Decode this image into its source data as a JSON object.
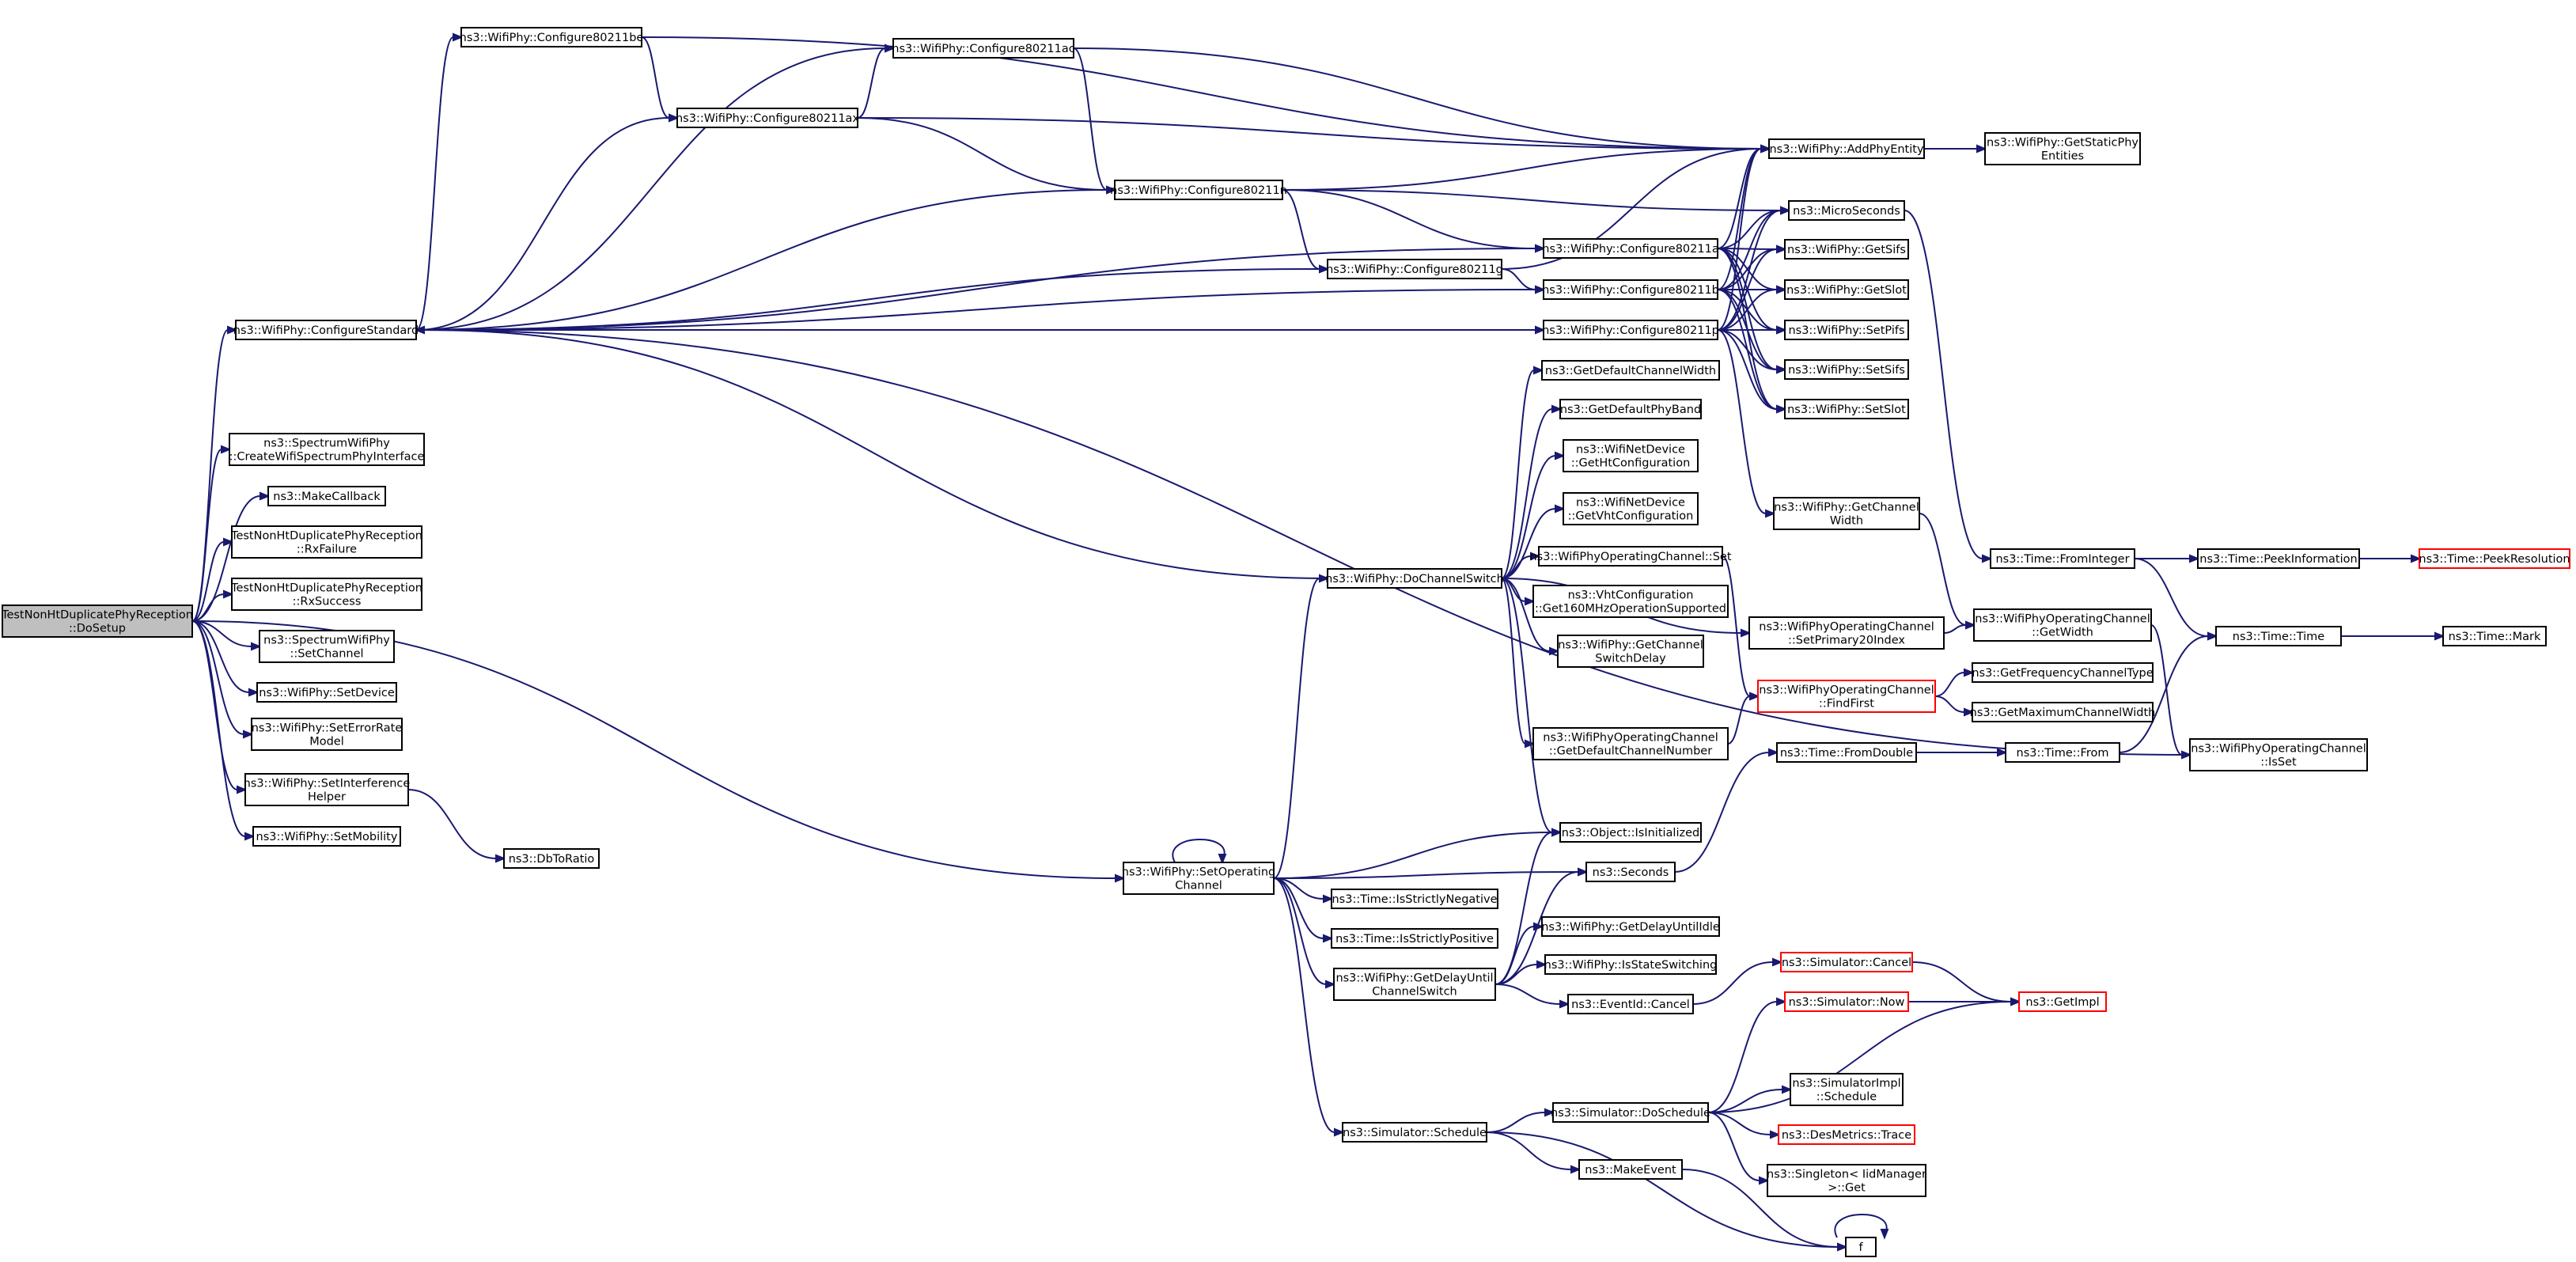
{
  "graph_title": "TestNonHtDuplicatePhyReception::DoSetup",
  "colors": {
    "edge": "#191970",
    "root_fill": "#bfbfbf",
    "node_border": "#000000",
    "truncated_border": "#ff0000"
  },
  "nodes": [
    {
      "id": "root",
      "lines": [
        "TestNonHtDuplicatePhyReception",
        "::DoSetup"
      ],
      "style": "root"
    },
    {
      "id": "cfgstd",
      "lines": [
        "ns3::WifiPhy::ConfigureStandard"
      ]
    },
    {
      "id": "createspec",
      "lines": [
        "ns3::SpectrumWifiPhy",
        "::CreateWifiSpectrumPhyInterface"
      ]
    },
    {
      "id": "makecb",
      "lines": [
        "ns3::MakeCallback"
      ]
    },
    {
      "id": "rxfail",
      "lines": [
        "TestNonHtDuplicatePhyReception",
        "::RxFailure"
      ]
    },
    {
      "id": "rxsucc",
      "lines": [
        "TestNonHtDuplicatePhyReception",
        "::RxSuccess"
      ]
    },
    {
      "id": "setchan",
      "lines": [
        "ns3::SpectrumWifiPhy",
        "::SetChannel"
      ]
    },
    {
      "id": "setdev",
      "lines": [
        "ns3::WifiPhy::SetDevice"
      ]
    },
    {
      "id": "seterr",
      "lines": [
        "ns3::WifiPhy::SetErrorRate",
        "Model"
      ]
    },
    {
      "id": "setint",
      "lines": [
        "ns3::WifiPhy::SetInterference",
        "Helper"
      ]
    },
    {
      "id": "setmob",
      "lines": [
        "ns3::WifiPhy::SetMobility"
      ]
    },
    {
      "id": "dbtoratio",
      "lines": [
        "ns3::DbToRatio"
      ]
    },
    {
      "id": "cfgbe",
      "lines": [
        "ns3::WifiPhy::Configure80211be"
      ]
    },
    {
      "id": "cfgac",
      "lines": [
        "ns3::WifiPhy::Configure80211ac"
      ]
    },
    {
      "id": "cfgax",
      "lines": [
        "ns3::WifiPhy::Configure80211ax"
      ]
    },
    {
      "id": "cfgn",
      "lines": [
        "ns3::WifiPhy::Configure80211n"
      ]
    },
    {
      "id": "cfgg",
      "lines": [
        "ns3::WifiPhy::Configure80211g"
      ]
    },
    {
      "id": "cfga",
      "lines": [
        "ns3::WifiPhy::Configure80211a"
      ]
    },
    {
      "id": "cfgb",
      "lines": [
        "ns3::WifiPhy::Configure80211b"
      ]
    },
    {
      "id": "cfgp",
      "lines": [
        "ns3::WifiPhy::Configure80211p"
      ]
    },
    {
      "id": "addphy",
      "lines": [
        "ns3::WifiPhy::AddPhyEntity"
      ]
    },
    {
      "id": "getstatic",
      "lines": [
        "ns3::WifiPhy::GetStaticPhy",
        "Entities"
      ]
    },
    {
      "id": "micro",
      "lines": [
        "ns3::MicroSeconds"
      ]
    },
    {
      "id": "getsifs",
      "lines": [
        "ns3::WifiPhy::GetSifs"
      ]
    },
    {
      "id": "getslot",
      "lines": [
        "ns3::WifiPhy::GetSlot"
      ]
    },
    {
      "id": "setpifs",
      "lines": [
        "ns3::WifiPhy::SetPifs"
      ]
    },
    {
      "id": "setsifs",
      "lines": [
        "ns3::WifiPhy::SetSifs"
      ]
    },
    {
      "id": "setslot",
      "lines": [
        "ns3::WifiPhy::SetSlot"
      ]
    },
    {
      "id": "getchw",
      "lines": [
        "ns3::WifiPhy::GetChannel",
        "Width"
      ]
    },
    {
      "id": "getdefcw",
      "lines": [
        "ns3::GetDefaultChannelWidth"
      ]
    },
    {
      "id": "getdefpb",
      "lines": [
        "ns3::GetDefaultPhyBand"
      ]
    },
    {
      "id": "getht",
      "lines": [
        "ns3::WifiNetDevice",
        "::GetHtConfiguration"
      ]
    },
    {
      "id": "getvht",
      "lines": [
        "ns3::WifiNetDevice",
        "::GetVhtConfiguration"
      ]
    },
    {
      "id": "docs",
      "lines": [
        "ns3::WifiPhy::DoChannelSwitch"
      ]
    },
    {
      "id": "opchset",
      "lines": [
        "ns3::WifiPhyOperatingChannel::Set"
      ]
    },
    {
      "id": "vht160",
      "lines": [
        "ns3::VhtConfiguration",
        "::Get160MHzOperationSupported"
      ]
    },
    {
      "id": "getcsd",
      "lines": [
        "ns3::WifiPhy::GetChannel",
        "SwitchDelay"
      ]
    },
    {
      "id": "getdefcn",
      "lines": [
        "ns3::WifiPhyOperatingChannel",
        "::GetDefaultChannelNumber"
      ]
    },
    {
      "id": "setp20",
      "lines": [
        "ns3::WifiPhyOperatingChannel",
        "::SetPrimary20Index"
      ]
    },
    {
      "id": "findfirst",
      "lines": [
        "ns3::WifiPhyOperatingChannel",
        "::FindFirst"
      ],
      "style": "red"
    },
    {
      "id": "getfreqct",
      "lines": [
        "ns3::GetFrequencyChannelType"
      ]
    },
    {
      "id": "getmaxcw",
      "lines": [
        "ns3::GetMaximumChannelWidth"
      ]
    },
    {
      "id": "opgetw",
      "lines": [
        "ns3::WifiPhyOperatingChannel",
        "::GetWidth"
      ]
    },
    {
      "id": "opisset",
      "lines": [
        "ns3::WifiPhyOperatingChannel",
        "::IsSet"
      ]
    },
    {
      "id": "fromint",
      "lines": [
        "ns3::Time::FromInteger"
      ]
    },
    {
      "id": "peekinfo",
      "lines": [
        "ns3::Time::PeekInformation"
      ]
    },
    {
      "id": "peekres",
      "lines": [
        "ns3::Time::PeekResolution"
      ],
      "style": "red"
    },
    {
      "id": "timetime",
      "lines": [
        "ns3::Time::Time"
      ]
    },
    {
      "id": "timemark",
      "lines": [
        "ns3::Time::Mark"
      ]
    },
    {
      "id": "fromdbl",
      "lines": [
        "ns3::Time::FromDouble"
      ]
    },
    {
      "id": "timefrom",
      "lines": [
        "ns3::Time::From"
      ]
    },
    {
      "id": "setopch",
      "lines": [
        "ns3::WifiPhy::SetOperating",
        "Channel"
      ]
    },
    {
      "id": "isinit",
      "lines": [
        "ns3::Object::IsInitialized"
      ]
    },
    {
      "id": "seconds",
      "lines": [
        "ns3::Seconds"
      ]
    },
    {
      "id": "isneg",
      "lines": [
        "ns3::Time::IsStrictlyNegative"
      ]
    },
    {
      "id": "ispos",
      "lines": [
        "ns3::Time::IsStrictlyPositive"
      ]
    },
    {
      "id": "getdelcs",
      "lines": [
        "ns3::WifiPhy::GetDelayUntil",
        "ChannelSwitch"
      ]
    },
    {
      "id": "getdelidle",
      "lines": [
        "ns3::WifiPhy::GetDelayUntilIdle"
      ]
    },
    {
      "id": "isstatesw",
      "lines": [
        "ns3::WifiPhy::IsStateSwitching"
      ]
    },
    {
      "id": "evcancel",
      "lines": [
        "ns3::EventId::Cancel"
      ]
    },
    {
      "id": "simcancel",
      "lines": [
        "ns3::Simulator::Cancel"
      ],
      "style": "red"
    },
    {
      "id": "simnow",
      "lines": [
        "ns3::Simulator::Now"
      ],
      "style": "red"
    },
    {
      "id": "getimpl",
      "lines": [
        "ns3::GetImpl"
      ],
      "style": "red"
    },
    {
      "id": "dosched",
      "lines": [
        "ns3::Simulator::DoSchedule"
      ]
    },
    {
      "id": "simimpl",
      "lines": [
        "ns3::SimulatorImpl",
        "::Schedule"
      ]
    },
    {
      "id": "desmet",
      "lines": [
        "ns3::DesMetrics::Trace"
      ],
      "style": "red"
    },
    {
      "id": "singleton",
      "lines": [
        "ns3::Singleton< IidManager",
        " >::Get"
      ]
    },
    {
      "id": "simsched",
      "lines": [
        "ns3::Simulator::Schedule"
      ]
    },
    {
      "id": "makeev",
      "lines": [
        "ns3::MakeEvent"
      ]
    },
    {
      "id": "f",
      "lines": [
        "f"
      ]
    }
  ],
  "edges": [
    [
      "root",
      "cfgstd"
    ],
    [
      "root",
      "createspec"
    ],
    [
      "root",
      "makecb"
    ],
    [
      "root",
      "rxfail"
    ],
    [
      "root",
      "rxsucc"
    ],
    [
      "root",
      "setchan"
    ],
    [
      "root",
      "setdev"
    ],
    [
      "root",
      "seterr"
    ],
    [
      "root",
      "setint"
    ],
    [
      "root",
      "setmob"
    ],
    [
      "root",
      "setopch"
    ],
    [
      "setint",
      "dbtoratio"
    ],
    [
      "cfgstd",
      "cfgbe"
    ],
    [
      "cfgstd",
      "cfgac"
    ],
    [
      "cfgstd",
      "cfgax"
    ],
    [
      "cfgstd",
      "cfgn"
    ],
    [
      "cfgstd",
      "cfgg"
    ],
    [
      "cfgstd",
      "cfga"
    ],
    [
      "cfgstd",
      "cfgb"
    ],
    [
      "cfgstd",
      "cfgp"
    ],
    [
      "cfgstd",
      "opisset"
    ],
    [
      "cfgbe",
      "addphy"
    ],
    [
      "cfgbe",
      "cfgax"
    ],
    [
      "cfgac",
      "addphy"
    ],
    [
      "cfgac",
      "cfgn"
    ],
    [
      "cfgax",
      "cfgac"
    ],
    [
      "cfgax",
      "addphy"
    ],
    [
      "cfgax",
      "cfgn"
    ],
    [
      "cfgn",
      "addphy"
    ],
    [
      "cfgn",
      "micro"
    ],
    [
      "cfgn",
      "cfgg"
    ],
    [
      "cfgn",
      "cfga"
    ],
    [
      "cfgg",
      "addphy"
    ],
    [
      "cfgg",
      "cfgb"
    ],
    [
      "cfga",
      "addphy"
    ],
    [
      "cfga",
      "micro"
    ],
    [
      "cfga",
      "getsifs"
    ],
    [
      "cfga",
      "getslot"
    ],
    [
      "cfga",
      "setpifs"
    ],
    [
      "cfga",
      "setsifs"
    ],
    [
      "cfga",
      "setslot"
    ],
    [
      "cfgb",
      "addphy"
    ],
    [
      "cfgb",
      "micro"
    ],
    [
      "cfgb",
      "getsifs"
    ],
    [
      "cfgb",
      "getslot"
    ],
    [
      "cfgb",
      "setpifs"
    ],
    [
      "cfgb",
      "setsifs"
    ],
    [
      "cfgb",
      "setslot"
    ],
    [
      "cfgp",
      "addphy"
    ],
    [
      "cfgp",
      "micro"
    ],
    [
      "cfgp",
      "getsifs"
    ],
    [
      "cfgp",
      "getslot"
    ],
    [
      "cfgp",
      "setpifs"
    ],
    [
      "cfgp",
      "setsifs"
    ],
    [
      "cfgp",
      "setslot"
    ],
    [
      "cfgp",
      "getchw"
    ],
    [
      "addphy",
      "getstatic"
    ],
    [
      "micro",
      "fromint"
    ],
    [
      "getchw",
      "opgetw"
    ],
    [
      "docs",
      "cfgstd"
    ],
    [
      "docs",
      "getdefcw"
    ],
    [
      "docs",
      "getdefpb"
    ],
    [
      "docs",
      "getht"
    ],
    [
      "docs",
      "getvht"
    ],
    [
      "docs",
      "opchset"
    ],
    [
      "docs",
      "vht160"
    ],
    [
      "docs",
      "getcsd"
    ],
    [
      "docs",
      "getdefcn"
    ],
    [
      "docs",
      "setp20"
    ],
    [
      "docs",
      "isinit"
    ],
    [
      "opchset",
      "findfirst"
    ],
    [
      "getdefcn",
      "findfirst"
    ],
    [
      "setp20",
      "opgetw"
    ],
    [
      "findfirst",
      "getfreqct"
    ],
    [
      "findfirst",
      "getmaxcw"
    ],
    [
      "opgetw",
      "opisset"
    ],
    [
      "fromint",
      "peekinfo"
    ],
    [
      "fromint",
      "timetime"
    ],
    [
      "peekinfo",
      "peekres"
    ],
    [
      "timetime",
      "timemark"
    ],
    [
      "fromdbl",
      "timefrom"
    ],
    [
      "timefrom",
      "timetime"
    ],
    [
      "seconds",
      "fromdbl"
    ],
    [
      "setopch",
      "setopch"
    ],
    [
      "setopch",
      "docs"
    ],
    [
      "setopch",
      "isinit"
    ],
    [
      "setopch",
      "seconds"
    ],
    [
      "setopch",
      "isneg"
    ],
    [
      "setopch",
      "ispos"
    ],
    [
      "setopch",
      "getdelcs"
    ],
    [
      "setopch",
      "simsched"
    ],
    [
      "getdelcs",
      "isinit"
    ],
    [
      "getdelcs",
      "seconds"
    ],
    [
      "getdelcs",
      "getdelidle"
    ],
    [
      "getdelcs",
      "isstatesw"
    ],
    [
      "getdelcs",
      "evcancel"
    ],
    [
      "evcancel",
      "simcancel"
    ],
    [
      "simcancel",
      "getimpl"
    ],
    [
      "simnow",
      "getimpl"
    ],
    [
      "dosched",
      "simnow"
    ],
    [
      "dosched",
      "getimpl"
    ],
    [
      "dosched",
      "simimpl"
    ],
    [
      "dosched",
      "desmet"
    ],
    [
      "dosched",
      "singleton"
    ],
    [
      "simsched",
      "dosched"
    ],
    [
      "simsched",
      "makeev"
    ],
    [
      "simsched",
      "f"
    ],
    [
      "makeev",
      "f"
    ],
    [
      "f",
      "f"
    ]
  ]
}
